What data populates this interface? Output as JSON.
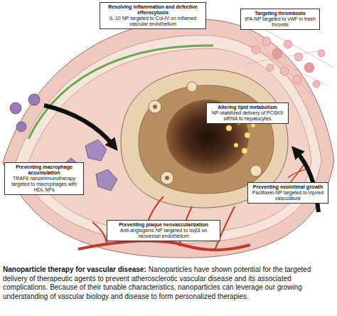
{
  "diagram": {
    "title": "Nanoparticle therapy for vascular disease:",
    "caption": "Nanoparticles have shown potential for the targeted delivery of therapeutic agents to prevent atherosclerotic vascular disease and its associated complications. Because of their tunable characteristics, nanoparticles can leverage our growing understanding of vascular biology and disease to form personalized therapies.",
    "nodes": [
      {
        "text": [
          "Resolving inflammation and defective efferocytosis",
          "IL-10 NP targeted to Col-IV on inflamed vascular endothelium"
        ]
      },
      {
        "text": [
          "Targeting thrombosis",
          "tPA-NP targeted to vWF in fresh thrombi"
        ]
      },
      {
        "text": [
          "Altering lipid metabolism",
          "NP-stabilized delivery of PCSK9 siRNA to hepatocytes"
        ]
      },
      {
        "text": [
          "Preventing macrophage accumulation",
          "TRAF6 nanoimmunotherapy targeted to macrophages with HDL NPs"
        ]
      },
      {
        "text": [
          "Preventing neointimal growth",
          "Paclitaxel-NP targeted to injured vasculature"
        ]
      },
      {
        "text": [
          "Preventing plaque neovascularization",
          "Anti-angiogenic NP targeted to αvβ3 on neovessel endothelium"
        ]
      }
    ]
  }
}
